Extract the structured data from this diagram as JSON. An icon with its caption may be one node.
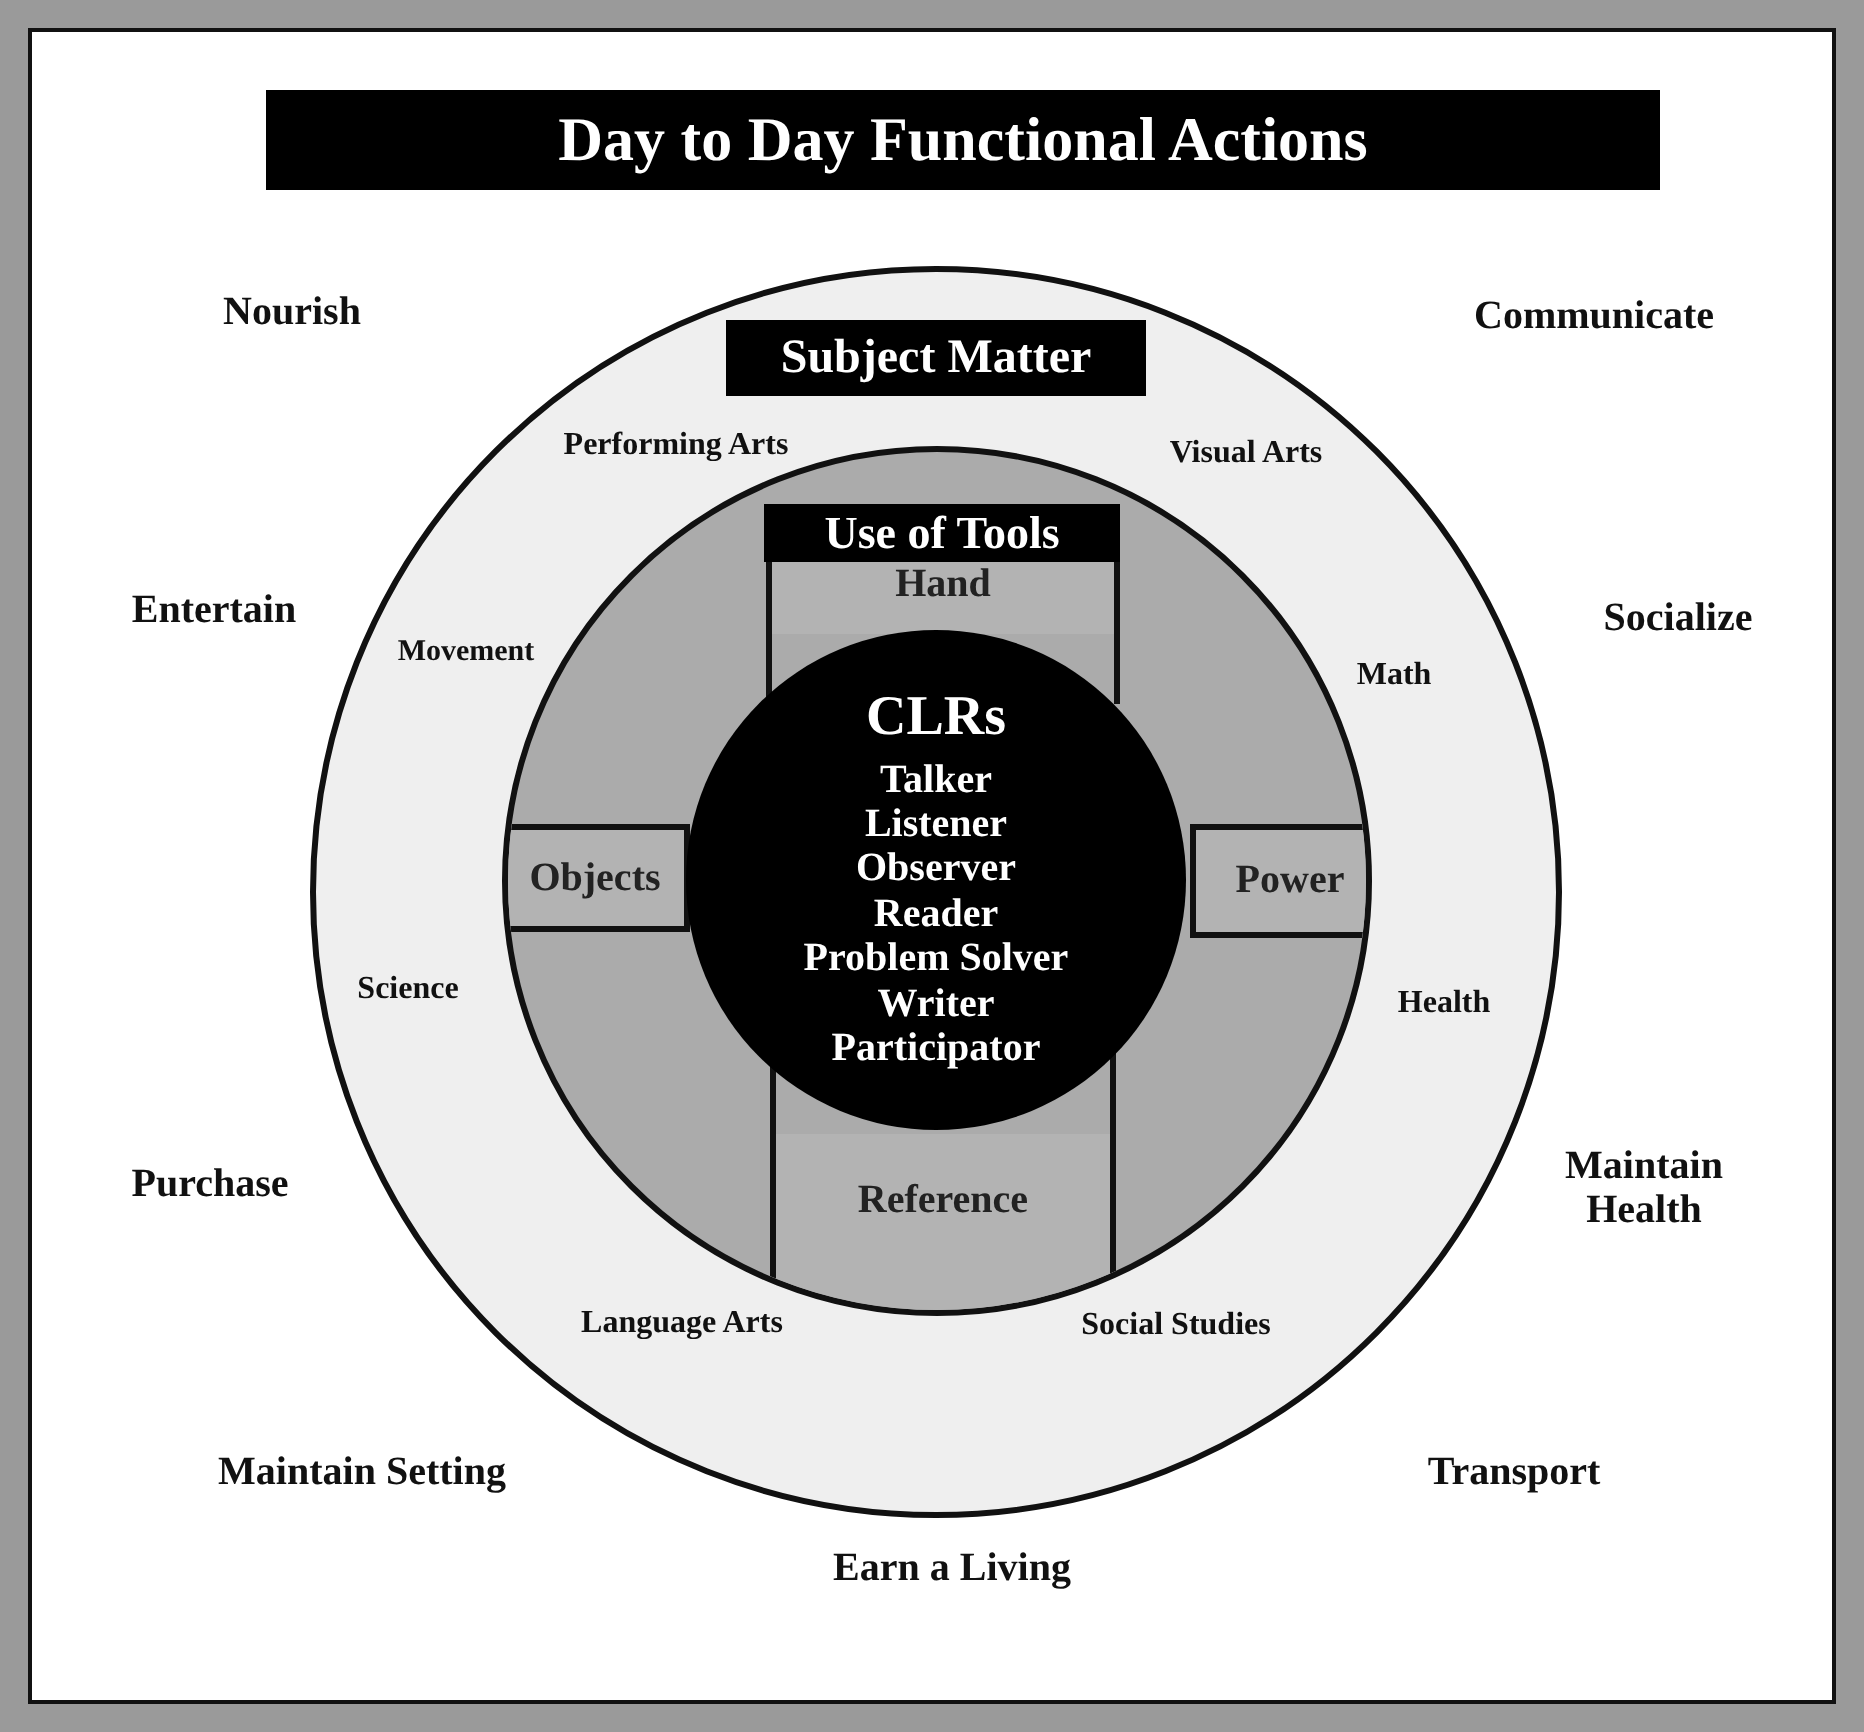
{
  "diagram": {
    "title": "Day to Day Functional Actions",
    "nodes": [
      {
        "text": [
          "Subject Matter"
        ]
      },
      {
        "text": [
          "Use of Tools"
        ],
        "in": 0
      },
      {
        "text": [
          "Hand"
        ],
        "in": 1
      },
      {
        "text": [
          "Objects"
        ],
        "in": 1
      },
      {
        "text": [
          "Power"
        ],
        "in": 1
      },
      {
        "text": [
          "Reference"
        ],
        "in": 1
      },
      {
        "text": [
          "CLRs",
          "Talker",
          "Listener",
          "Observer",
          "Reader",
          "Problem Solver",
          "Writer",
          "Participator"
        ],
        "in": 1
      }
    ],
    "labels": [
      "Nourish",
      "Communicate",
      "Performing Arts",
      "Visual Arts",
      "Entertain",
      "Socialize",
      "Movement",
      "Math",
      "Science",
      "Health",
      "Purchase",
      "Maintain Health",
      "Language Arts",
      "Social Studies",
      "Maintain Setting",
      "Transport",
      "Earn a Living"
    ]
  }
}
